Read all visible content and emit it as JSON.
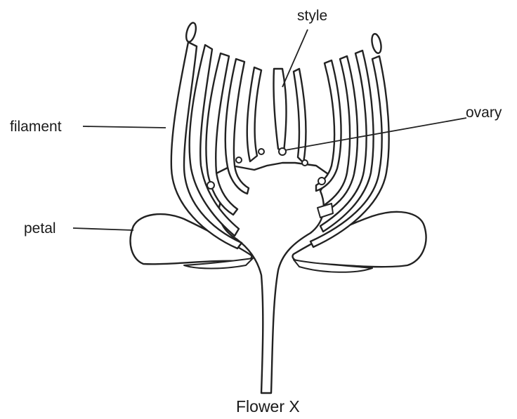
{
  "labels": {
    "style": "style",
    "ovary": "ovary",
    "filament": "filament",
    "petal": "petal"
  },
  "caption": "Flower X",
  "colors": {
    "line": "#222222",
    "background": "#ffffff"
  }
}
